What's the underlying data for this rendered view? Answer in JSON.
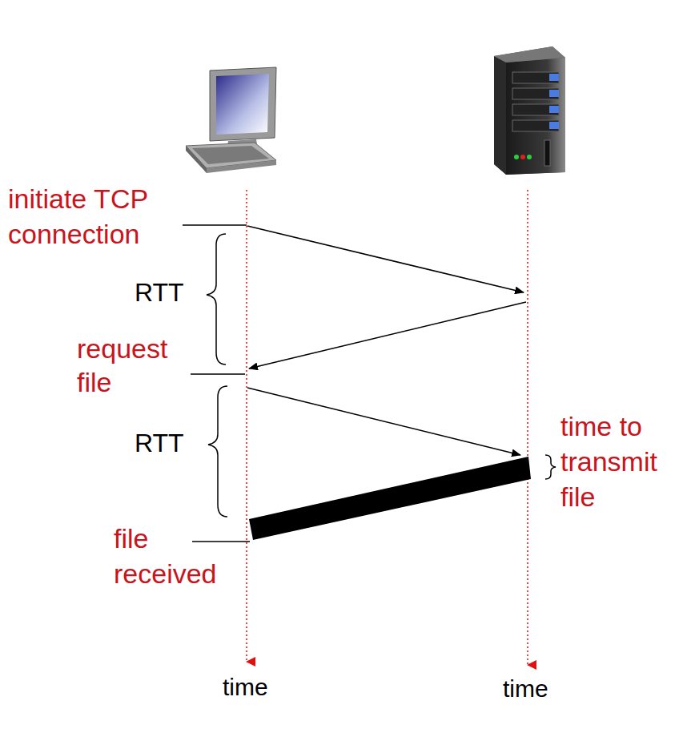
{
  "diagram": {
    "labels": [
      "initiate TCP connection",
      "RTT",
      "request file",
      "RTT",
      "time to transmit file",
      "file received",
      "time",
      "time"
    ]
  }
}
